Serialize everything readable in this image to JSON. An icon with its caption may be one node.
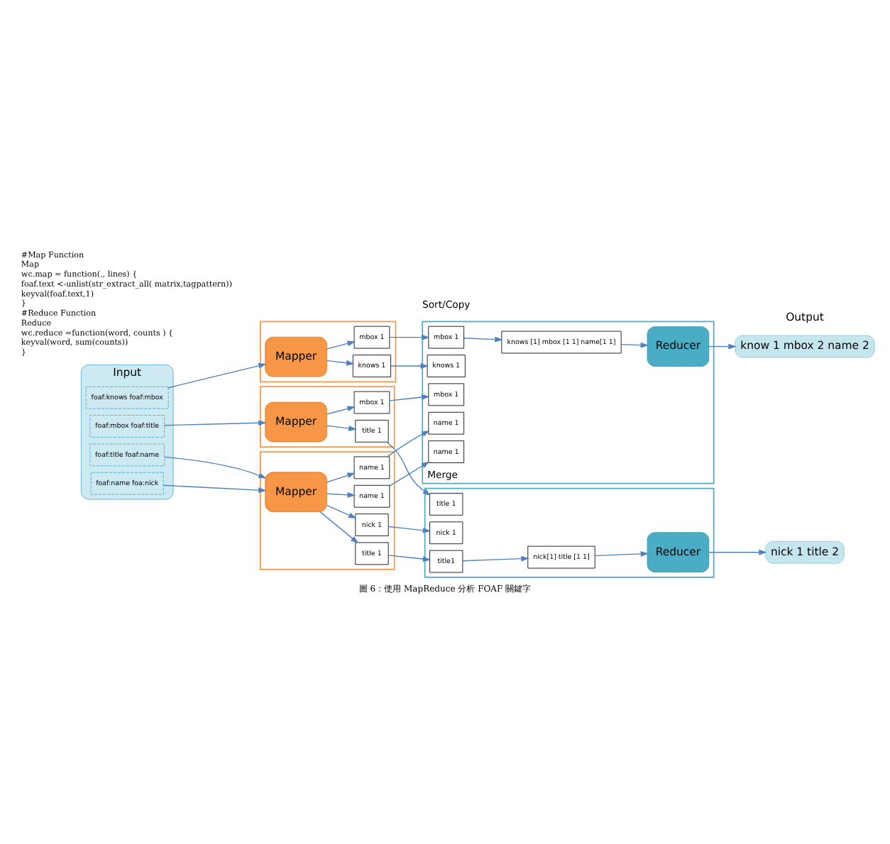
{
  "diagram": {
    "caption": "圖 6：使用 MapReduce 分析 FOAF 關鍵字",
    "nodes": [
      {
        "text": [
          "Input"
        ]
      },
      {
        "text": [
          "foaf:knows foaf:mbox"
        ],
        "in": 0
      },
      {
        "text": [
          "foaf:name foa:nick"
        ],
        "in": 0
      },
      {
        "text": [
          "foaf:mbox foaf:title"
        ],
        "in": 0
      },
      {
        "text": [
          "foaf:title foaf:name"
        ],
        "in": 0
      },
      {
        "text": [],
        "shape": "box"
      },
      {
        "text": [
          "Mapper"
        ],
        "in": 5
      },
      {
        "text": [
          "knows 1"
        ],
        "in": 5
      },
      {
        "text": [
          "mbox 1"
        ],
        "in": 5
      },
      {
        "text": [],
        "shape": "box"
      },
      {
        "text": [
          "Mapper"
        ],
        "in": 9
      },
      {
        "text": [
          "name 1"
        ],
        "in": 9
      },
      {
        "text": [
          "nick 1"
        ],
        "in": 9
      },
      {
        "text": [
          "title 1"
        ],
        "in": 9
      },
      {
        "text": [
          "name 1"
        ],
        "in": 9
      },
      {
        "text": [],
        "shape": "box"
      },
      {
        "text": [
          "Mapper"
        ],
        "in": 15
      },
      {
        "text": [
          "mbox 1"
        ],
        "in": 15
      },
      {
        "text": [
          "title 1"
        ],
        "in": 15
      },
      {
        "text": [
          "Merge"
        ]
      },
      {
        "text": [
          "knows 1"
        ],
        "in": 19
      },
      {
        "text": [
          "mbox 1"
        ],
        "in": 19
      },
      {
        "text": [
          "mbox 1"
        ],
        "in": 19
      },
      {
        "text": [
          "name 1"
        ],
        "in": 19
      },
      {
        "text": [
          "name 1"
        ],
        "in": 19
      },
      {
        "text": [
          "knows [1] mbox [1 1] name[1 1]"
        ],
        "in": 19
      },
      {
        "text": [
          "Reducer"
        ],
        "in": 19
      },
      {
        "text": [],
        "shape": "box"
      },
      {
        "text": [
          "nick 1"
        ],
        "in": 27
      },
      {
        "text": [
          "title1"
        ],
        "in": 27
      },
      {
        "text": [
          "title 1"
        ],
        "in": 27
      },
      {
        "text": [
          "nick[1] title [1 1]"
        ],
        "in": 27
      },
      {
        "text": [
          "Reducer"
        ],
        "in": 27
      },
      {
        "text": [
          "know 1 mbox 2 name 2"
        ]
      },
      {
        "text": [
          "nick 1 title 2"
        ]
      }
    ],
    "edges": [
      {
        "from": 1,
        "to": 6,
        "arrow": "to"
      },
      {
        "from": 2,
        "to": 10,
        "arrow": "to"
      },
      {
        "from": 3,
        "to": 16,
        "arrow": "to"
      },
      {
        "from": 4,
        "to": 10,
        "arrow": "to"
      },
      {
        "from": 6,
        "to": 7,
        "arrow": "to"
      },
      {
        "from": 6,
        "to": 8,
        "arrow": "to"
      },
      {
        "from": 10,
        "to": 11,
        "arrow": "to"
      },
      {
        "from": 10,
        "to": 12,
        "arrow": "to"
      },
      {
        "from": 10,
        "to": 13,
        "arrow": "to"
      },
      {
        "from": 10,
        "to": 14,
        "arrow": "to"
      },
      {
        "from": 16,
        "to": 17,
        "arrow": "to"
      },
      {
        "from": 16,
        "to": 18,
        "arrow": "to"
      },
      {
        "from": 7,
        "to": 20,
        "arrow": "to"
      },
      {
        "from": 8,
        "to": 21,
        "arrow": "to"
      },
      {
        "from": 11,
        "to": 23,
        "arrow": "to"
      },
      {
        "from": 12,
        "to": 28,
        "arrow": "to"
      },
      {
        "from": 13,
        "to": 29,
        "arrow": "to"
      },
      {
        "from": 14,
        "to": 24,
        "arrow": "to"
      },
      {
        "from": 17,
        "to": 22,
        "arrow": "to"
      },
      {
        "from": 18,
        "to": 30,
        "arrow": "to"
      },
      {
        "from": 21,
        "to": 25,
        "arrow": "to"
      },
      {
        "from": 25,
        "to": 26,
        "arrow": "to"
      },
      {
        "from": 26,
        "to": 33,
        "arrow": "to"
      },
      {
        "from": 29,
        "to": 31,
        "arrow": "to"
      },
      {
        "from": 31,
        "to": 32,
        "arrow": "to"
      },
      {
        "from": 32,
        "to": 34,
        "arrow": "to"
      }
    ],
    "labels": [
      "Sort/Copy",
      "Output",
      "#Map Function",
      "Map",
      "wc.map = function(., lines) {",
      "foaf.text <-unlist(str_extract_all( matrix,tagpattern))",
      "keyval(foaf.text,1)",
      "}",
      "#Reduce Function",
      "Reduce",
      "wc.reduce =function(word, counts ) {",
      "keyval(word, sum(counts))",
      "}"
    ]
  }
}
